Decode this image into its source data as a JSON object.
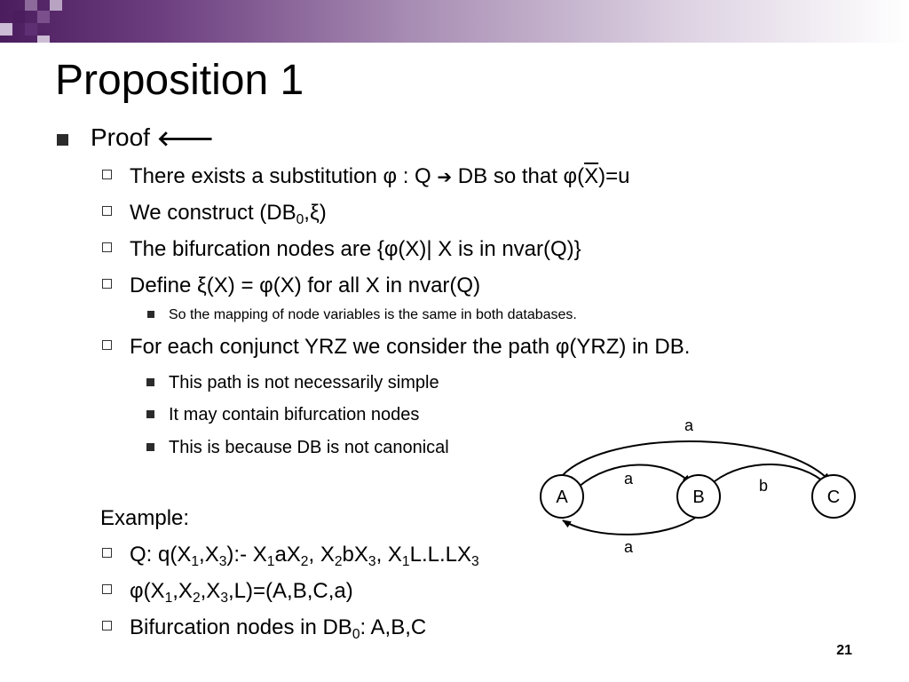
{
  "slide": {
    "title": "Proposition 1",
    "page_number": "21",
    "colors": {
      "accent": "#4b1d5e",
      "accent_light": "#a78cb3"
    }
  },
  "content": {
    "proof_label": "Proof",
    "proof_arrow": "🡐",
    "sub1_pre": "There exists a substitution φ : Q ",
    "sub1_arrow": "➔",
    "sub1_post": " DB so that φ(",
    "sub1_var": "X",
    "sub1_end": ")=u",
    "sub2_pre": "We construct (DB",
    "sub2_sub": "0",
    "sub2_post": ",ξ)",
    "sub3": "The bifurcation nodes are {φ(X)| X is in nvar(Q)}",
    "sub4": "Define ξ(X) = φ(X) for all X in nvar(Q)",
    "sub4_detail": "So the mapping of node variables is the same in both databases.",
    "sub5": "For each conjunct YRZ we consider the path φ(YRZ) in DB.",
    "sub5_details": [
      "This path is not necessarily simple",
      "It may contain bifurcation nodes",
      "This is because DB is not canonical"
    ],
    "example_label": "Example:",
    "ex1_parts": [
      "Q: q(X",
      "1",
      ",X",
      "3",
      "):- X",
      "1",
      "aX",
      "2",
      ", X",
      "2",
      "bX",
      "3",
      ", X",
      "1",
      "L.L.LX",
      "3"
    ],
    "ex2_parts": [
      "φ(X",
      "1",
      ",X",
      "2",
      ",X",
      "3",
      ",L)=(A,B,C,a)"
    ],
    "ex3_pre": "Bifurcation nodes in DB",
    "ex3_sub": "0",
    "ex3_post": ": A,B,C"
  },
  "graph": {
    "nodes": [
      "A",
      "B",
      "C"
    ],
    "edge_labels": [
      "a",
      "a",
      "b",
      "a"
    ]
  }
}
